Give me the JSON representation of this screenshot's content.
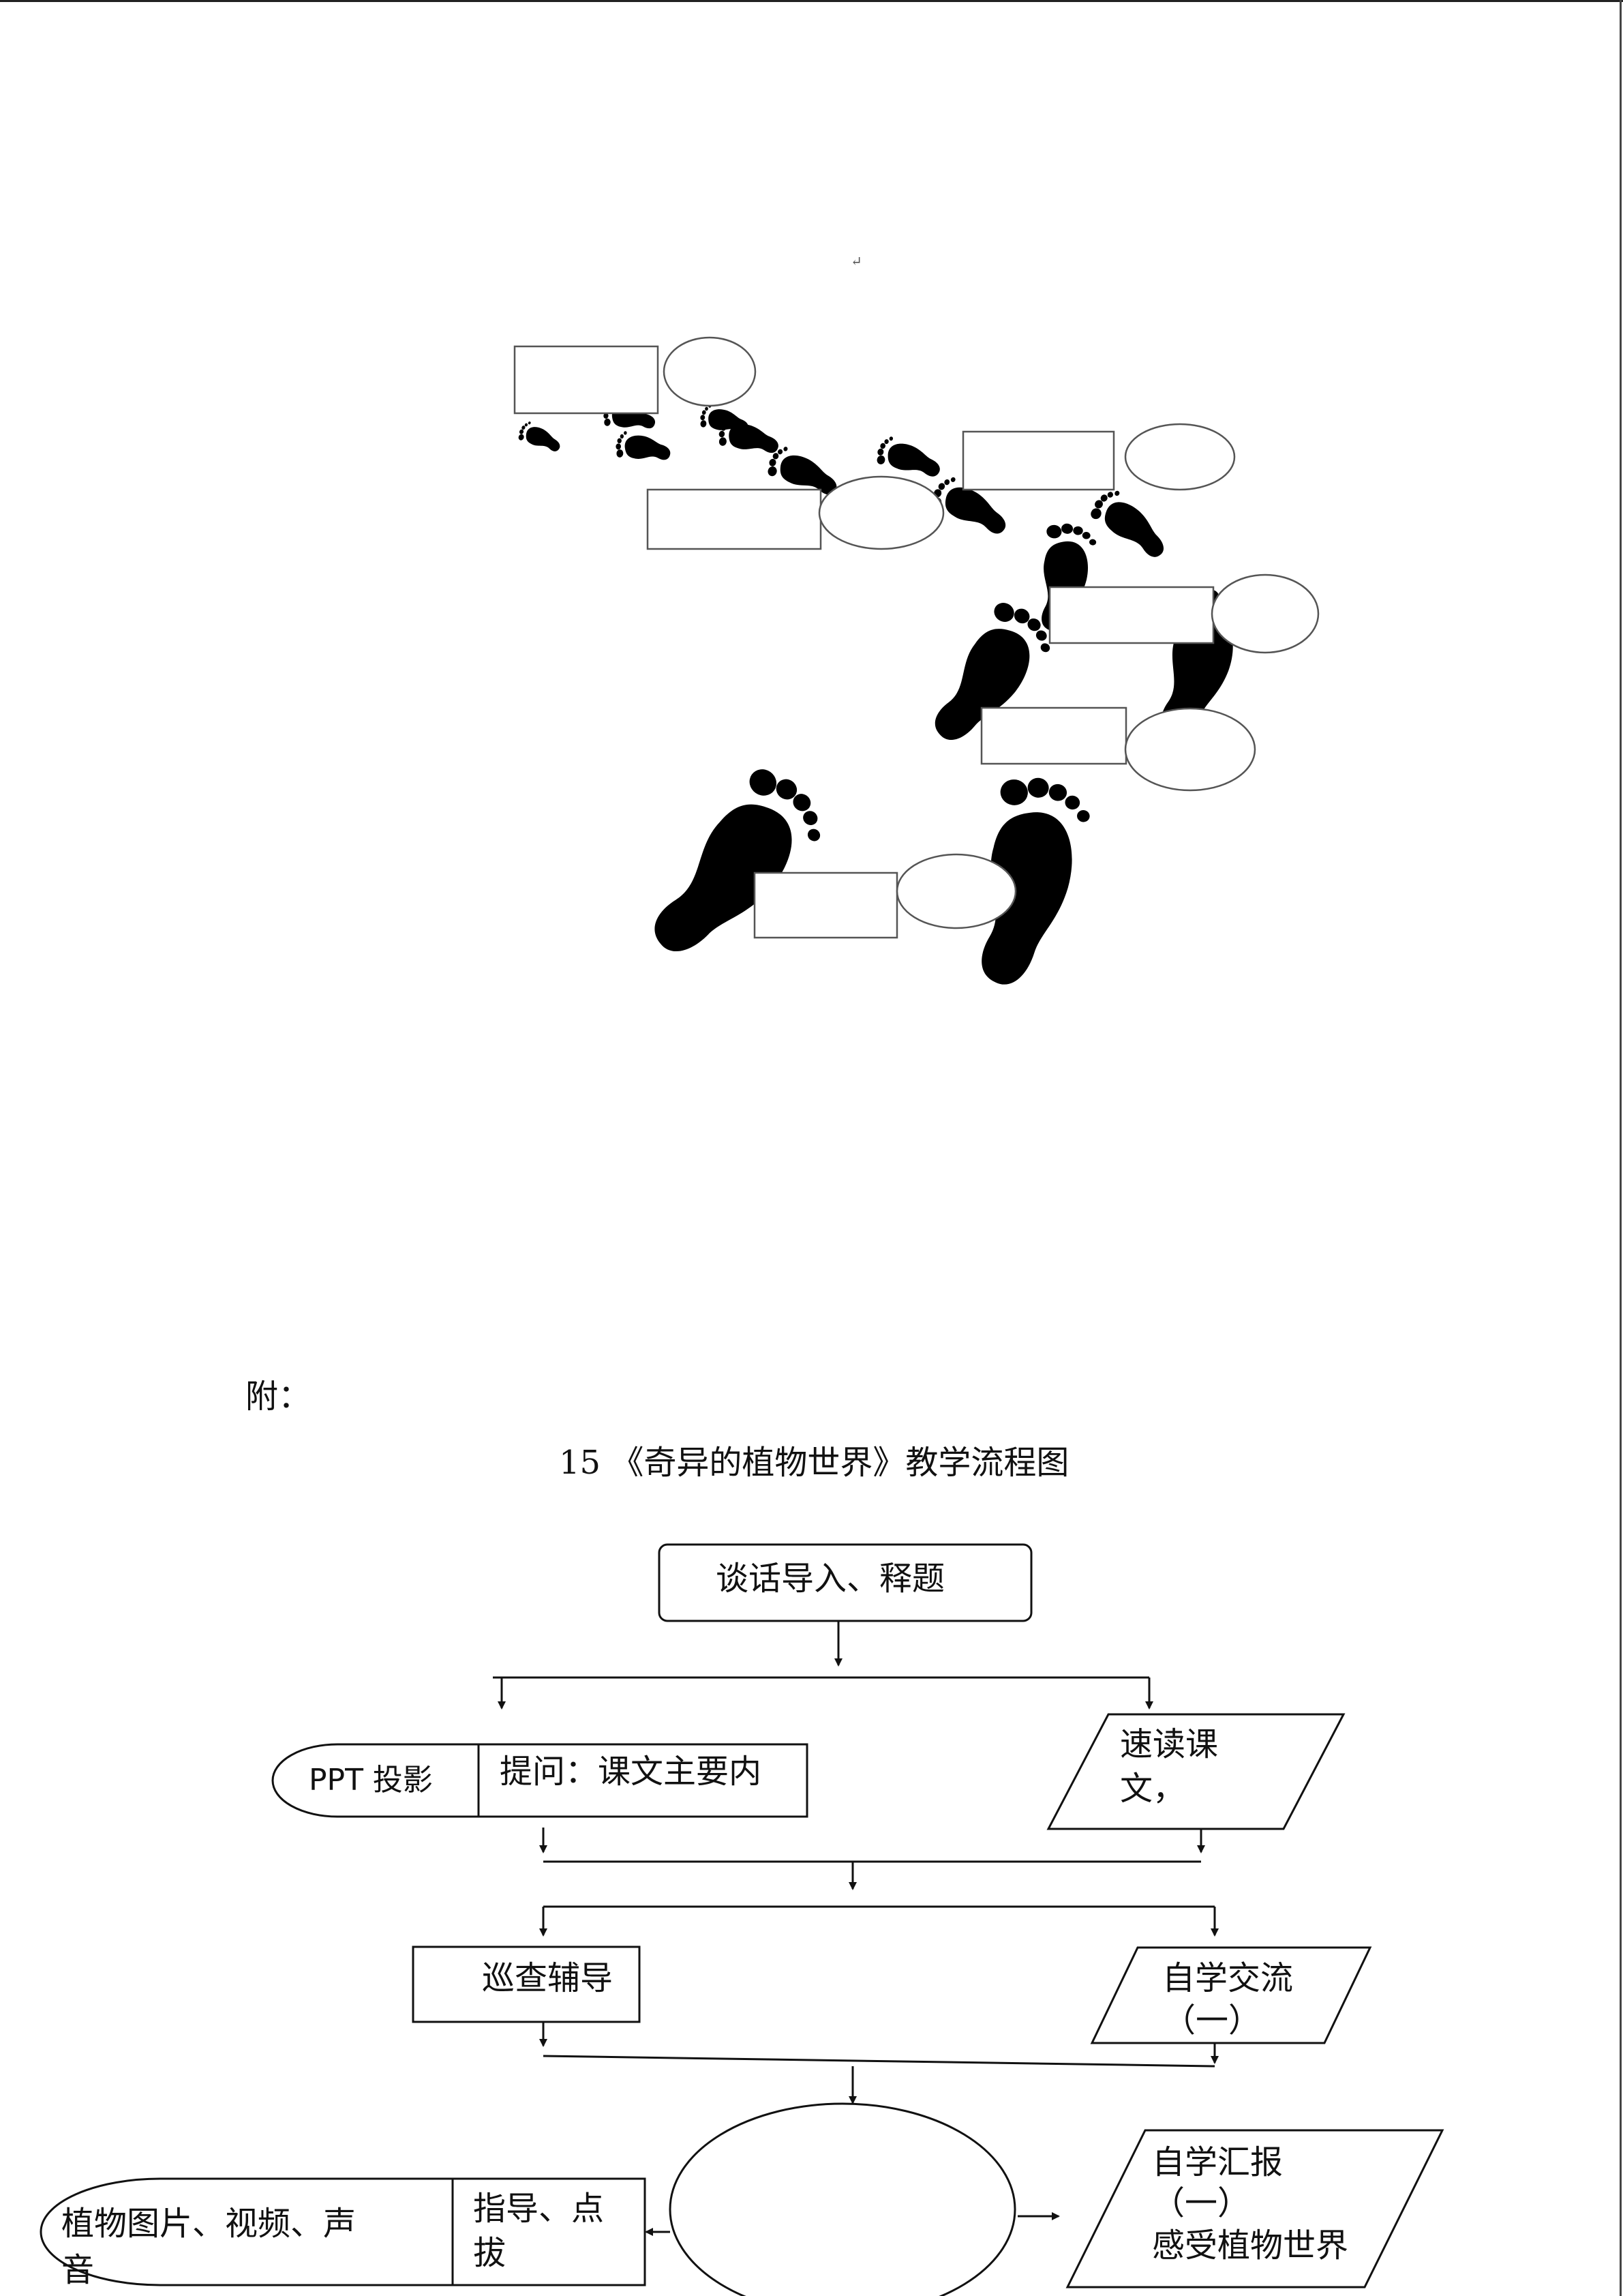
{
  "doc": {
    "return_mark": "↵",
    "appendix_label": "附：",
    "title": "15 《奇异的植物世界》教学流程图"
  },
  "flow": {
    "start": "谈话导入、释题",
    "ppt": "PPT 投影",
    "question": "提问：课文主要内",
    "speed_read_1": "速读课",
    "speed_read_2": "文，",
    "patrol": "巡查辅导",
    "self_study_1": "自学交流",
    "self_study_2": "（一）",
    "media": "植物图片、视频、声",
    "media_cut": "音",
    "guide_1": "指导、点",
    "guide_2": "拔",
    "report_1": "自学汇报",
    "report_2": "（一）",
    "report_3": "感受植物世界"
  }
}
